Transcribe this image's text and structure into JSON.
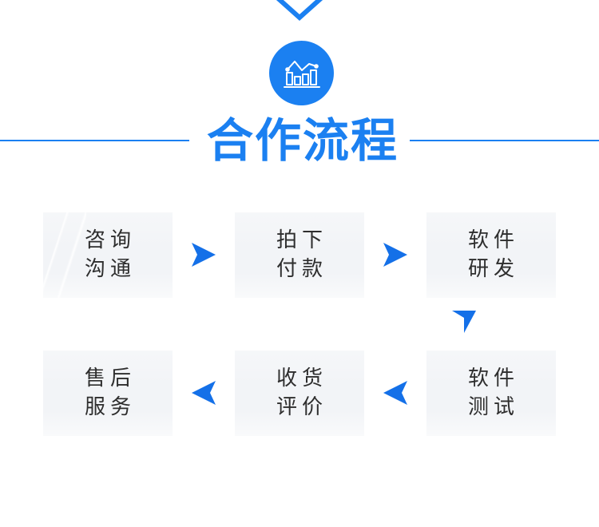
{
  "theme": {
    "accent": "#1B80F1",
    "box_bg": "#f2f4f7",
    "box_text": "#2e2e2e",
    "page_bg": "#ffffff"
  },
  "header": {
    "chevron_icon": "chevron-down-icon",
    "badge_icon": "bar-chart-line-icon",
    "title": "合作流程"
  },
  "flow": {
    "rows": [
      {
        "direction": "left-to-right",
        "steps": [
          {
            "line1": "咨询",
            "line2": "沟通"
          },
          {
            "line1": "拍下",
            "line2": "付款"
          },
          {
            "line1": "软件",
            "line2": "研发"
          }
        ],
        "connectors": [
          "arrow-right-icon",
          "arrow-right-icon"
        ]
      },
      {
        "direction": "right-to-left",
        "steps": [
          {
            "line1": "售后",
            "line2": "服务"
          },
          {
            "line1": "收货",
            "line2": "评价"
          },
          {
            "line1": "软件",
            "line2": "测试"
          }
        ],
        "connectors": [
          "arrow-left-icon",
          "arrow-left-icon"
        ]
      }
    ],
    "row_connector": "arrow-down-icon"
  }
}
